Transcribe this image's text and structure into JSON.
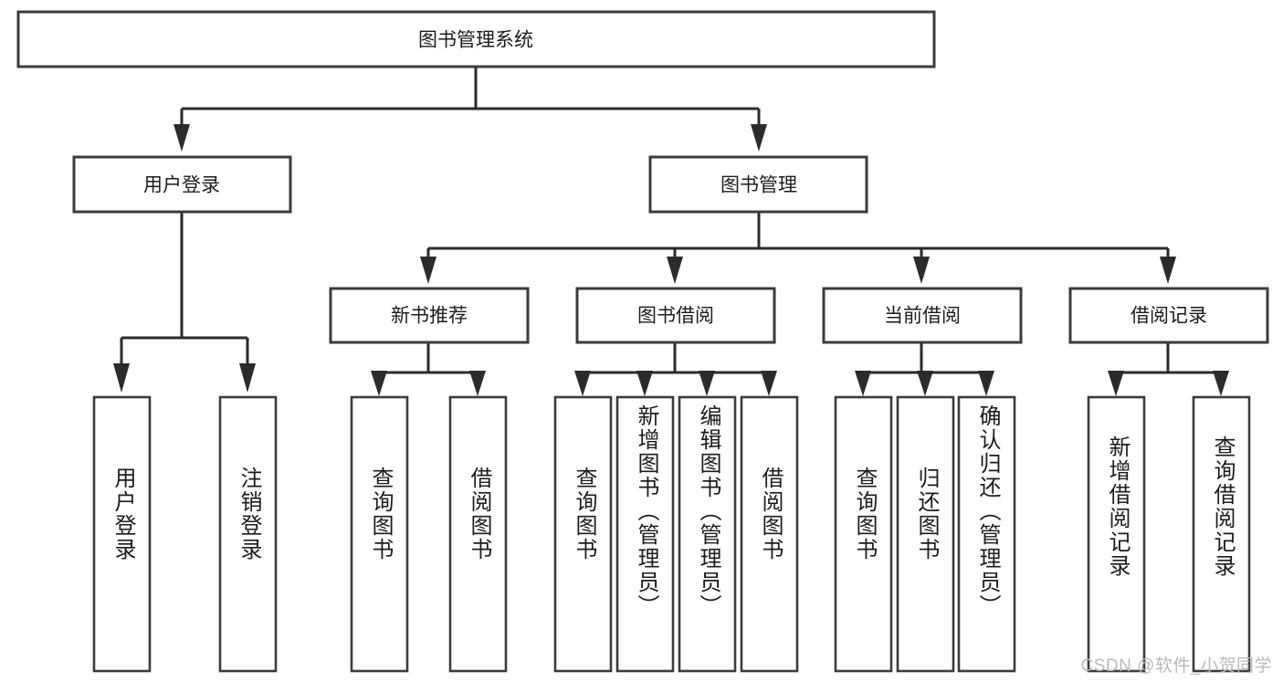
{
  "diagram": {
    "type": "tree-hierarchy",
    "title": "图书管理系统",
    "root": {
      "id": "root",
      "label": "图书管理系统"
    },
    "level1": [
      {
        "id": "user-login",
        "label": "用户登录"
      },
      {
        "id": "book-manage",
        "label": "图书管理"
      }
    ],
    "level2": [
      {
        "id": "new-book-recommend",
        "label": "新书推荐",
        "parent": "book-manage"
      },
      {
        "id": "book-borrow",
        "label": "图书借阅",
        "parent": "book-manage"
      },
      {
        "id": "current-borrow",
        "label": "当前借阅",
        "parent": "book-manage"
      },
      {
        "id": "borrow-record",
        "label": "借阅记录",
        "parent": "book-manage"
      }
    ],
    "leaves": [
      {
        "id": "leaf-user-login",
        "label": "用户登录",
        "parent": "user-login"
      },
      {
        "id": "leaf-user-logout",
        "label": "注销登录",
        "parent": "user-login"
      },
      {
        "id": "leaf-query-book-1",
        "label": "查询图书",
        "parent": "new-book-recommend"
      },
      {
        "id": "leaf-borrow-book-1",
        "label": "借阅图书",
        "parent": "new-book-recommend"
      },
      {
        "id": "leaf-query-book-2",
        "label": "查询图书",
        "parent": "book-borrow"
      },
      {
        "id": "leaf-add-book",
        "label": "新增图书（管理员）",
        "parent": "book-borrow"
      },
      {
        "id": "leaf-edit-book",
        "label": "编辑图书（管理员）",
        "parent": "book-borrow"
      },
      {
        "id": "leaf-borrow-book-2",
        "label": "借阅图书",
        "parent": "book-borrow"
      },
      {
        "id": "leaf-query-book-3",
        "label": "查询图书",
        "parent": "current-borrow"
      },
      {
        "id": "leaf-return-book",
        "label": "归还图书",
        "parent": "current-borrow"
      },
      {
        "id": "leaf-confirm-return",
        "label": "确认归还（管理员）",
        "parent": "current-borrow"
      },
      {
        "id": "leaf-add-record",
        "label": "新增借阅记录",
        "parent": "borrow-record"
      },
      {
        "id": "leaf-query-record",
        "label": "查询借阅记录",
        "parent": "borrow-record"
      }
    ],
    "watermark": "CSDN @软件_小贺同学",
    "colors": {
      "box_stroke": "#3b3b3b",
      "line": "#2b2b2b",
      "text": "#1c1c1c",
      "background": "#ffffff",
      "watermark": "#b9b9b9"
    }
  }
}
